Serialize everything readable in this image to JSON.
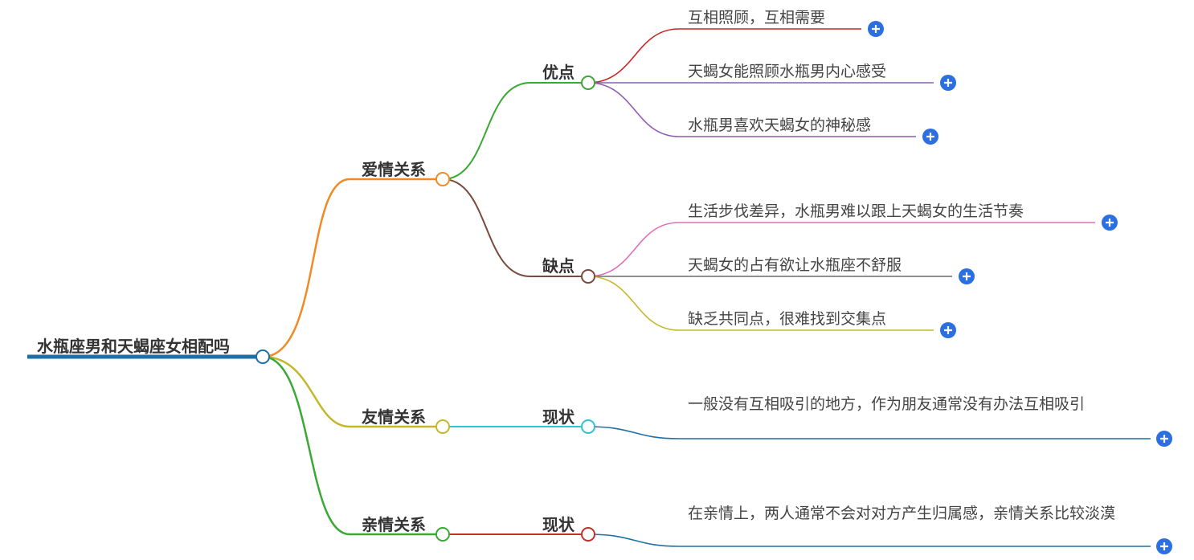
{
  "colors": {
    "root": "#1f6fa5",
    "love": "#f08a24",
    "friend": "#c4b82a",
    "family": "#3aa835",
    "pros": "#3aa835",
    "cons": "#7b4a3e",
    "status_friend": "#2ec4d0",
    "status_family": "#c4302b",
    "leaf_pros_1": "#c62828",
    "leaf_pros_2": "#8e5bb5",
    "leaf_pros_3": "#8e5bb5",
    "leaf_cons_1": "#e070b8",
    "leaf_cons_2": "#6d6d6d",
    "leaf_cons_3": "#c4b82a",
    "leaf_status": "#1f6fa5",
    "plus": "#2b6fe0"
  },
  "root": {
    "label": "水瓶座男和天蝎座女相配吗"
  },
  "branches": {
    "love": {
      "label": "爱情关系",
      "pros": {
        "label": "优点",
        "items": [
          "互相照顾，互相需要",
          "天蝎女能照顾水瓶男内心感受",
          "水瓶男喜欢天蝎女的神秘感"
        ]
      },
      "cons": {
        "label": "缺点",
        "items": [
          "生活步伐差异，水瓶男难以跟上天蝎女的生活节奏",
          "天蝎女的占有欲让水瓶座不舒服",
          "缺乏共同点，很难找到交集点"
        ]
      }
    },
    "friend": {
      "label": "友情关系",
      "status": {
        "label": "现状",
        "items": [
          "一般没有互相吸引的地方，作为朋友通常没有办法互相吸引"
        ]
      }
    },
    "family": {
      "label": "亲情关系",
      "status": {
        "label": "现状",
        "items": [
          "在亲情上，两人通常不会对对方产生归属感，亲情关系比较淡漠"
        ]
      }
    }
  },
  "icons": {
    "expand": "plus-circle-icon"
  }
}
